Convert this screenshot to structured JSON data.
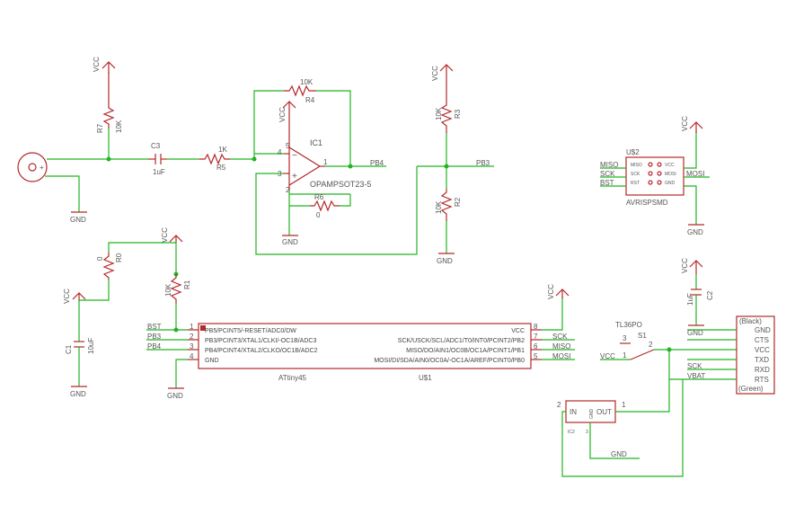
{
  "nets": {
    "vcc": "VCC",
    "gnd": "GND",
    "pb4": "PB4",
    "pb3": "PB3",
    "bst": "BST",
    "sck": "SCK",
    "miso": "MISO",
    "mosi": "MOSI",
    "vbat": "VBAT"
  },
  "parts": {
    "r7": {
      "name": "R7",
      "value": "10K"
    },
    "c3": {
      "name": "C3",
      "value": "1uF"
    },
    "r5": {
      "name": "R5",
      "value": "1K"
    },
    "r4": {
      "name": "R4",
      "value": "10K"
    },
    "ic1": {
      "name": "IC1",
      "value": "OPAMPSOT23-5",
      "pins": [
        "4",
        "3",
        "5",
        "2",
        "1"
      ]
    },
    "r6": {
      "name": "R6",
      "value": "0"
    },
    "r3": {
      "name": "R3",
      "value": "10K"
    },
    "r2": {
      "name": "R2",
      "value": "10K"
    },
    "u2": {
      "name": "U$2",
      "value": "AVRISPSMD",
      "left": [
        "MISO",
        "SCK",
        "RST"
      ],
      "right": [
        "VCC",
        "MOSI",
        "GND"
      ]
    },
    "r0": {
      "name": "R0",
      "value": "0"
    },
    "r1": {
      "name": "R1",
      "value": "10K"
    },
    "c1": {
      "name": "C1",
      "value": "10uF"
    },
    "c2": {
      "name": "C2",
      "value": "1uF"
    },
    "u1": {
      "name": "U$1",
      "value": "ATtiny45",
      "left": [
        "PB5/PCINT5/-RESET/ADC0/DW",
        "PB3/PCINT3/XTAL1/CLKI/-OC1B/ADC3",
        "PB4/PCINT4/XTAL2/CLKO/OC1B/ADC2",
        "GND"
      ],
      "right": [
        "VCC",
        "SCK/USCK/SCL/ADC1/T0/INT0/PCINT2/PB2",
        "MISO/DO/AIN1/OC0B/OC1A/PCINT1/PB1",
        "MOSI/DI/SDA/AIN0/OC0A/-OC1A/AREF/PCINT0/PB0"
      ],
      "left_pins": [
        "1",
        "2",
        "3",
        "4"
      ],
      "right_pins": [
        "8",
        "7",
        "6",
        "5"
      ]
    },
    "s1": {
      "name": "S1",
      "value": "TL36PO",
      "pins": [
        "3",
        "1",
        "2"
      ]
    },
    "ic2": {
      "name": "IC2",
      "in": "IN",
      "out": "OUT",
      "gnd": "GND",
      "pins": [
        "2",
        "1",
        "3"
      ]
    },
    "ftdi": {
      "top": "(Black)",
      "bottom": "(Green)",
      "pins": [
        "GND",
        "CTS",
        "VCC",
        "TXD",
        "RXD",
        "RTS"
      ]
    }
  }
}
